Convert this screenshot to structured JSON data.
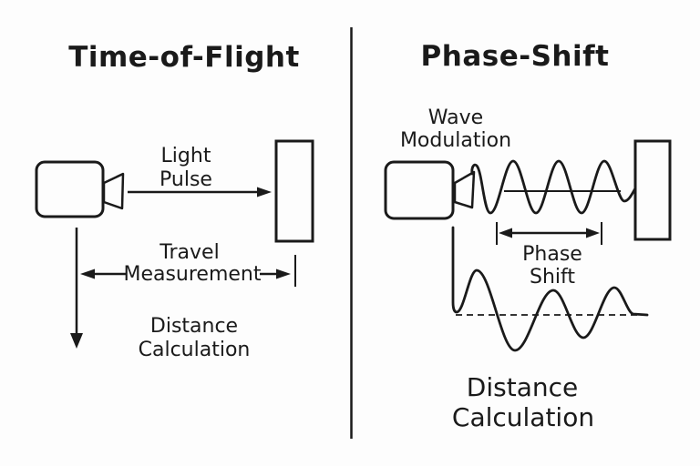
{
  "diagram": {
    "left": {
      "title": "Time-of-Flight",
      "emitter_label_line1": "Light",
      "emitter_label_line2": "Pulse",
      "measure_label_line1": "Travel",
      "measure_label_line2": "Measurement",
      "result_label_line1": "Distance",
      "result_label_line2": "Calculation"
    },
    "right": {
      "title": "Phase-Shift",
      "emitter_label_line1": "Wave",
      "emitter_label_line2": "Modulation",
      "measure_label_line1": "Phase",
      "measure_label_line2": "Shift",
      "result_label_line1": "Distance",
      "result_label_line2": "Calculation"
    },
    "colors": {
      "ink": "#1a1a1a",
      "background": "#fdfdfd"
    }
  }
}
